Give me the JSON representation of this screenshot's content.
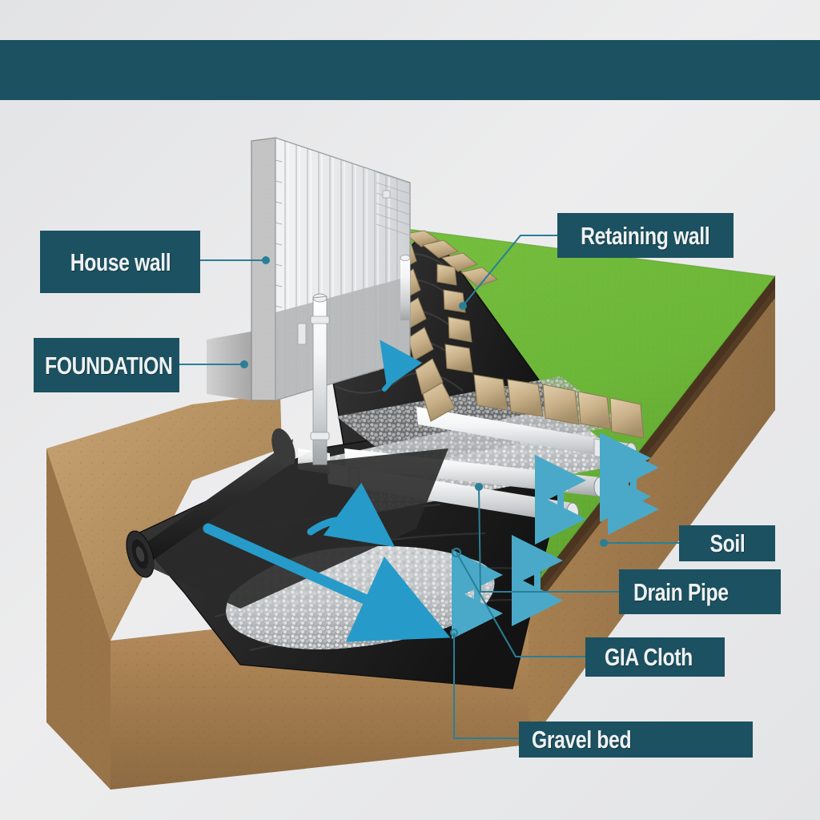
{
  "banner": {
    "title": "",
    "color": "#1b5161"
  },
  "theme": {
    "label_bg": "#1b5161",
    "label_text": "#eef1f2",
    "leader_line": "#2a7f96",
    "water_arrow": "#269bc9",
    "dimension_arrow": "#4aa9c8",
    "grass": "#6cb53a",
    "soil": "#b08b56",
    "topsoil_dark": "#4e3a22",
    "concrete": "#bdbdbd",
    "membrane": "#2c2c2c",
    "gravel": "#c9cbcc",
    "stone": "#c9b089",
    "background": "#e9eaec"
  },
  "diagram": {
    "type": "cross-section-illustration",
    "subject": "Foundation perimeter drainage system",
    "components": [
      "house wall with vertical siding",
      "concrete foundation footing",
      "downspout / drain pipe riser",
      "dimpled waterproofing membrane",
      "geotextile (GIA) cloth roll",
      "perforated drain pipes",
      "gravel bed",
      "stone retaining wall",
      "grass / lawn surface",
      "soil cut-away block"
    ],
    "flow_arrows": 3,
    "dimension_arrows": 5
  },
  "callouts": [
    {
      "id": "house-wall",
      "label": "House wall",
      "align": "center"
    },
    {
      "id": "foundation",
      "label": "FOUNDATION",
      "align": "left"
    },
    {
      "id": "retaining-wall",
      "label": "Retaining wall",
      "align": "center"
    },
    {
      "id": "soil",
      "label": "Soil",
      "align": "center"
    },
    {
      "id": "drain-pipe",
      "label": "Drain Pipe",
      "align": "left"
    },
    {
      "id": "gia-cloth",
      "label": "GIA Cloth",
      "align": "left"
    },
    {
      "id": "gravel-bed",
      "label": "Gravel bed",
      "align": "left"
    }
  ]
}
